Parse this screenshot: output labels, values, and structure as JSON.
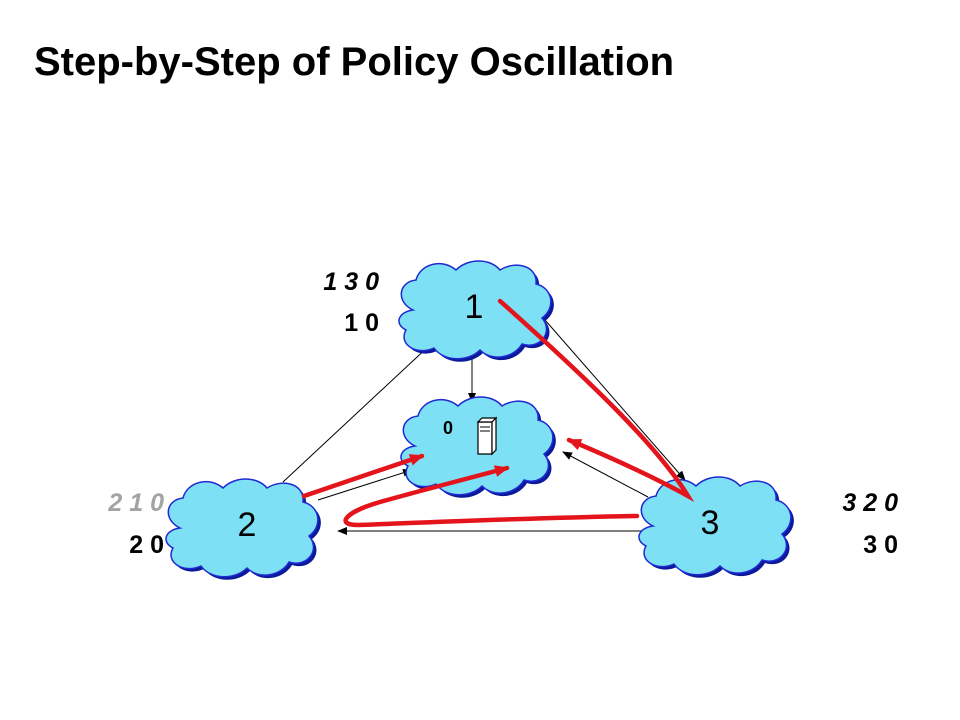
{
  "slide": {
    "title": "Step-by-Step of Policy Oscillation"
  },
  "nodes": {
    "n1": {
      "label": "1"
    },
    "n2": {
      "label": "2"
    },
    "n3": {
      "label": "3"
    },
    "n0": {
      "label": "0",
      "icon": "server-icon"
    }
  },
  "path_labels": {
    "n1": {
      "preferred": "1 3 0",
      "fallback": "1 0"
    },
    "n2": {
      "preferred": "2 1 0",
      "fallback": "2 0"
    },
    "n3": {
      "preferred": "3 2 0",
      "fallback": "3 0"
    }
  },
  "colors": {
    "cloud_fill": "#7ee0f4",
    "cloud_outline": "#1f2ad2",
    "highlight_path": "#e3141b",
    "dimmed_text": "#a3a3a3",
    "text": "#000000"
  }
}
